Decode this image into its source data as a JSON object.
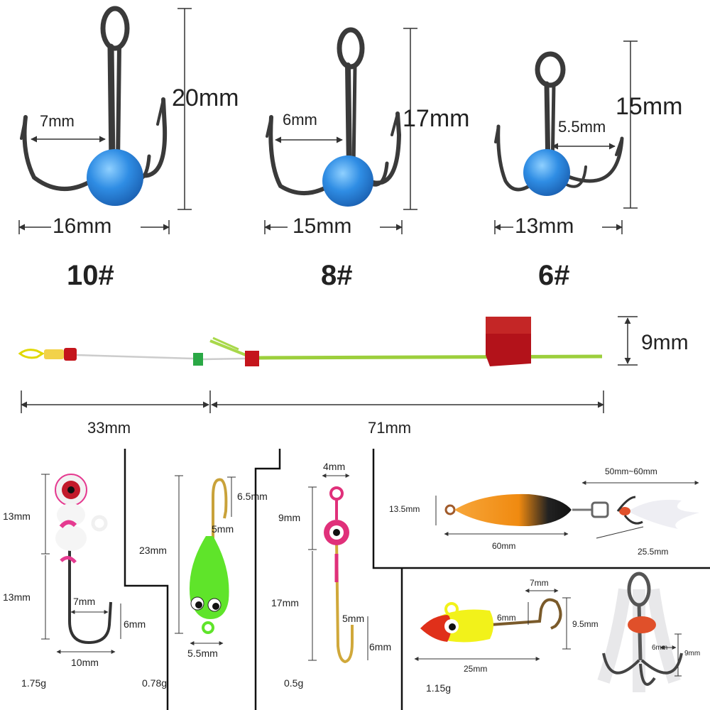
{
  "treble_hooks": [
    {
      "size": "10#",
      "height": "20mm",
      "gap": "7mm",
      "width": "16mm"
    },
    {
      "size": "8#",
      "height": "17mm",
      "gap": "6mm",
      "width": "15mm"
    },
    {
      "size": "6#",
      "height": "15mm",
      "gap": "5.5mm",
      "width": "13mm"
    }
  ],
  "float_rod": {
    "height": "9mm",
    "left_length": "33mm",
    "right_length": "71mm"
  },
  "jigs": {
    "jig1": {
      "head": "13mm",
      "shank": "13mm",
      "gap": "7mm",
      "point": "6mm",
      "width": "10mm",
      "weight": "1.75g"
    },
    "jig2": {
      "length": "23mm",
      "gap": "6.5mm",
      "point": "5mm",
      "width": "5.5mm",
      "weight": "0.78g"
    },
    "jig3": {
      "top": "4mm",
      "head": "9mm",
      "shank": "17mm",
      "gap": "5mm",
      "point": "6mm",
      "weight": "0.5g"
    },
    "spoon": {
      "height": "13.5mm",
      "length": "60mm",
      "hook": "25.5mm",
      "total": "50mm~60mm"
    },
    "jig5": {
      "gap": "7mm",
      "point": "6mm",
      "height": "9.5mm",
      "length": "25mm",
      "weight": "1.15g"
    },
    "treble": {
      "width": "6mm",
      "height": "9mm"
    }
  },
  "colors": {
    "bead_blue": "#2f8de4",
    "hook_metal": "#3a3a3a",
    "rod_green": "#9ccf3c",
    "float_red": "#c4151c",
    "jig_pink": "#e0307a",
    "jig_green": "#5fe42a",
    "spoon_orange": "#f28a1c",
    "jig_yellow": "#f2f21a"
  }
}
